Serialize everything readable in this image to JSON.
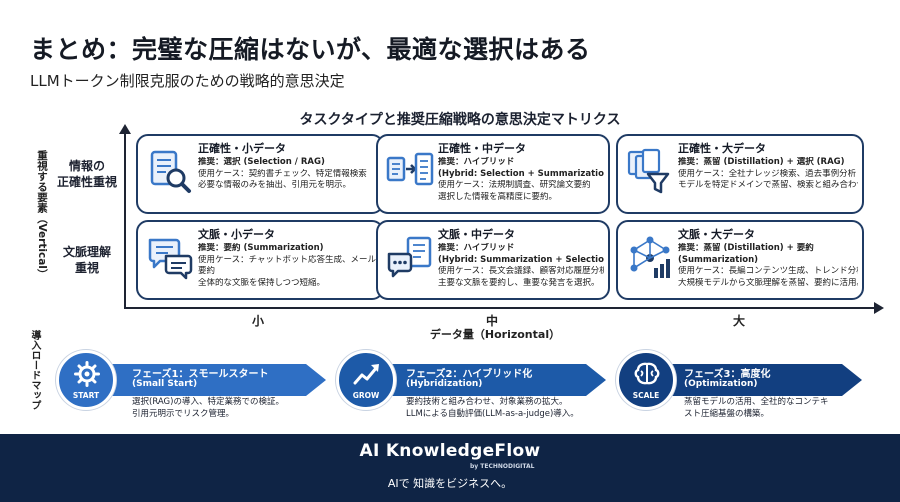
{
  "header": {
    "title": "まとめ：完璧な圧縮はないが、最適な選択はある",
    "subtitle": "LLMトークン制限克服のための戦略的意思決定"
  },
  "matrix": {
    "title": "タスクタイプと推奨圧縮戦略の意思決定マトリクス",
    "y_axis_label": "重視する要素（Vertical）",
    "x_axis_label": "データ量（Horizontal）",
    "x_ticks": [
      "小",
      "中",
      "大"
    ],
    "row_labels": [
      [
        "情報の",
        "正確性重視"
      ],
      [
        "文脈理解",
        "重視"
      ]
    ],
    "cards": [
      {
        "icon": "document-search-icon",
        "title": "正確性・小データ",
        "lines": [
          "推奨：選択 (Selection / RAG)",
          "使用ケース：契約書チェック、特定情報検索",
          "必要な情報のみを抽出、引用元を明示。"
        ]
      },
      {
        "icon": "document-transfer-icon",
        "title": "正確性・中データ",
        "lines": [
          "推奨：ハイブリッド",
          "(Hybrid: Selection + Summarization)",
          "使用ケース：法規制調査、研究論文要約",
          "選択した情報を高精度に要約。"
        ]
      },
      {
        "icon": "document-funnel-icon",
        "title": "正確性・大データ",
        "lines": [
          "推奨：蒸留 (Distillation) + 選択 (RAG)",
          "使用ケース：全社ナレッジ検索、過去事例分析",
          "モデルを特定ドメインで蒸留、検索と組み合わせる。"
        ]
      },
      {
        "icon": "chat-bubbles-icon",
        "title": "文脈・小データ",
        "lines": [
          "推奨：要約 (Summarization)",
          "使用ケース：チャットボット応答生成、メール",
          "要約",
          "全体的な文脈を保持しつつ短縮。"
        ]
      },
      {
        "icon": "chat-document-icon",
        "title": "文脈・中データ",
        "lines": [
          "推奨：ハイブリッド",
          "(Hybrid: Summarization + Selection)",
          "使用ケース：長文会議録、顧客対応履歴分析",
          "主要な文脈を要約し、重要な発言を選択。"
        ]
      },
      {
        "icon": "network-chart-icon",
        "title": "文脈・大データ",
        "lines": [
          "推奨：蒸留 (Distillation) + 要約",
          "(Summarization)",
          "使用ケース：長編コンテンツ生成、トレンド分析",
          "大規模モデルから文脈理解を蒸留、要約に活用。"
        ]
      }
    ]
  },
  "roadmap": {
    "label": "導入ロードマップ",
    "phases": [
      {
        "icon": "gear-icon",
        "badge": "START",
        "title": "フェーズ1：スモールスタート",
        "subtitle": "(Small Start)",
        "desc": [
          "選択(RAG)の導入、特定業務での検証。",
          "引用元明示でリスク管理。"
        ]
      },
      {
        "icon": "growth-chart-icon",
        "badge": "GROW",
        "title": "フェーズ2：ハイブリッド化",
        "subtitle": "(Hybridization)",
        "desc": [
          "要約技術と組み合わせ、対象業務の拡大。",
          "LLMによる自動評価(LLM-as-a-judge)導入。"
        ]
      },
      {
        "icon": "brain-icon",
        "badge": "SCALE",
        "title": "フェーズ3：高度化",
        "subtitle": "(Optimization)",
        "desc": [
          "蒸留モデルの活用、全社的なコンテキ",
          "スト圧縮基盤の構築。"
        ]
      }
    ]
  },
  "footer": {
    "brand": "AI KnowledgeFlow",
    "by": "by TECHNODIGITAL",
    "tagline": "AIで 知識をビジネスへ。"
  },
  "colors": {
    "navy": "#0f2445",
    "phase1": "#2f6fc4",
    "phase2": "#1d5aa8",
    "phase3": "#123f80",
    "card_border": "#1f3b64",
    "icon_blue": "#3a78c8"
  }
}
